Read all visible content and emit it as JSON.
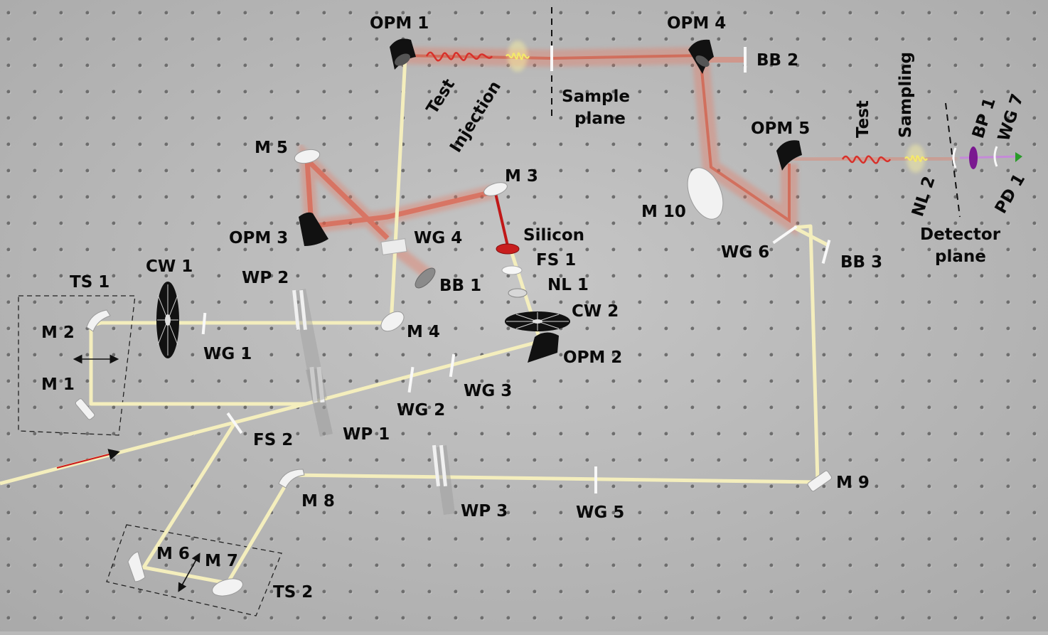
{
  "labels": {
    "opm1": "OPM 1",
    "opm2": "OPM 2",
    "opm3": "OPM 3",
    "opm4": "OPM 4",
    "opm5": "OPM 5",
    "m1": "M 1",
    "m2": "M 2",
    "m3": "M 3",
    "m4": "M 4",
    "m5": "M 5",
    "m6": "M 6",
    "m7": "M 7",
    "m8": "M 8",
    "m9": "M 9",
    "m10": "M 10",
    "bb1": "BB 1",
    "bb2": "BB 2",
    "bb3": "BB 3",
    "wg1": "WG 1",
    "wg2": "WG 2",
    "wg3": "WG 3",
    "wg4": "WG 4",
    "wg5": "WG 5",
    "wg6": "WG 6",
    "wg7": "WG 7",
    "wp1": "WP 1",
    "wp2": "WP 2",
    "wp3": "WP 3",
    "cw1": "CW 1",
    "cw2": "CW 2",
    "fs1": "FS 1",
    "fs2": "FS 2",
    "nl1": "NL 1",
    "nl2": "NL 2",
    "ts1": "TS 1",
    "ts2": "TS 2",
    "bp1": "BP 1",
    "pd1": "PD 1",
    "silicon": "Silicon",
    "test_upper": "Test",
    "injection": "Injection",
    "sample_plane_l1": "Sample",
    "sample_plane_l2": "plane",
    "test_lower": "Test",
    "sampling": "Sampling",
    "detector_plane_l1": "Detector",
    "detector_plane_l2": "plane"
  },
  "colors": {
    "table": "#b9b9b9",
    "hole": "#6f6f6f",
    "beam_main": "#f4eebd",
    "beam_thz": "#e46a52",
    "beam_red": "#c01818",
    "mirror": "#f3f3f3",
    "opm": "#111111",
    "bp": "#7a1890",
    "pd": "#2a9a2a"
  },
  "icons": {
    "chopper": "chopper-wheel-icon",
    "arrow": "double-arrow-icon"
  }
}
